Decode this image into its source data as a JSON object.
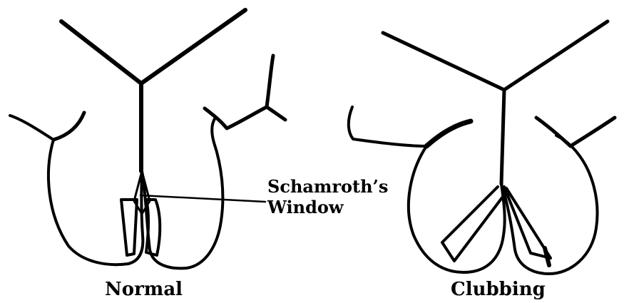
{
  "labels": {
    "normal": "Normal",
    "clubbing": "Clubbing",
    "window_line1": "Schamroth’s",
    "window_line2": "Window"
  },
  "colors": {
    "ink": "#000000",
    "background": "#ffffff"
  }
}
